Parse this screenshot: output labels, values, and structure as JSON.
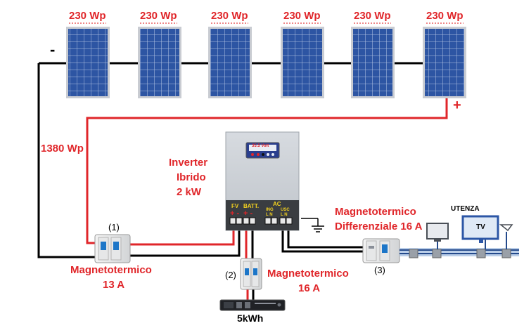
{
  "panels": {
    "labels": [
      "230 Wp",
      "230 Wp",
      "230 Wp",
      "230 Wp",
      "230 Wp",
      "230 Wp"
    ],
    "negative_sign": "-",
    "positive_sign": "+"
  },
  "array_power": "1380 Wp",
  "inverter": {
    "title_line1": "Inverter",
    "title_line2": "Ibrido",
    "title_line3": "2 kW",
    "display_value": "35.5 Volt",
    "port_fv": "FV",
    "port_batt": "BATT.",
    "port_ac": "AC",
    "port_ing": "ING",
    "port_usc": "USC",
    "port_ing_pins": "L N",
    "port_usc_pins": "L N",
    "plus_minus_fv": "+ -",
    "plus_minus_batt": "+ -"
  },
  "breakers": [
    {
      "number": "(1)",
      "name_line1": "Magnetotermico",
      "name_line2": "13 A"
    },
    {
      "number": "(2)",
      "name_line1": "Magnetotermico",
      "name_line2": "16 A"
    },
    {
      "number": "(3)",
      "name_line1": "Magnetotermico",
      "name_line2": "Differenziale 16 A"
    }
  ],
  "battery": {
    "label": "5kWh"
  },
  "loads": {
    "title": "UTENZA",
    "tv_label": "TV"
  },
  "colors": {
    "red_wire": "#e0262a",
    "black_wire": "#000000",
    "panel_blue": "#2b4f9a",
    "panel_frame": "#c9ccd2"
  }
}
